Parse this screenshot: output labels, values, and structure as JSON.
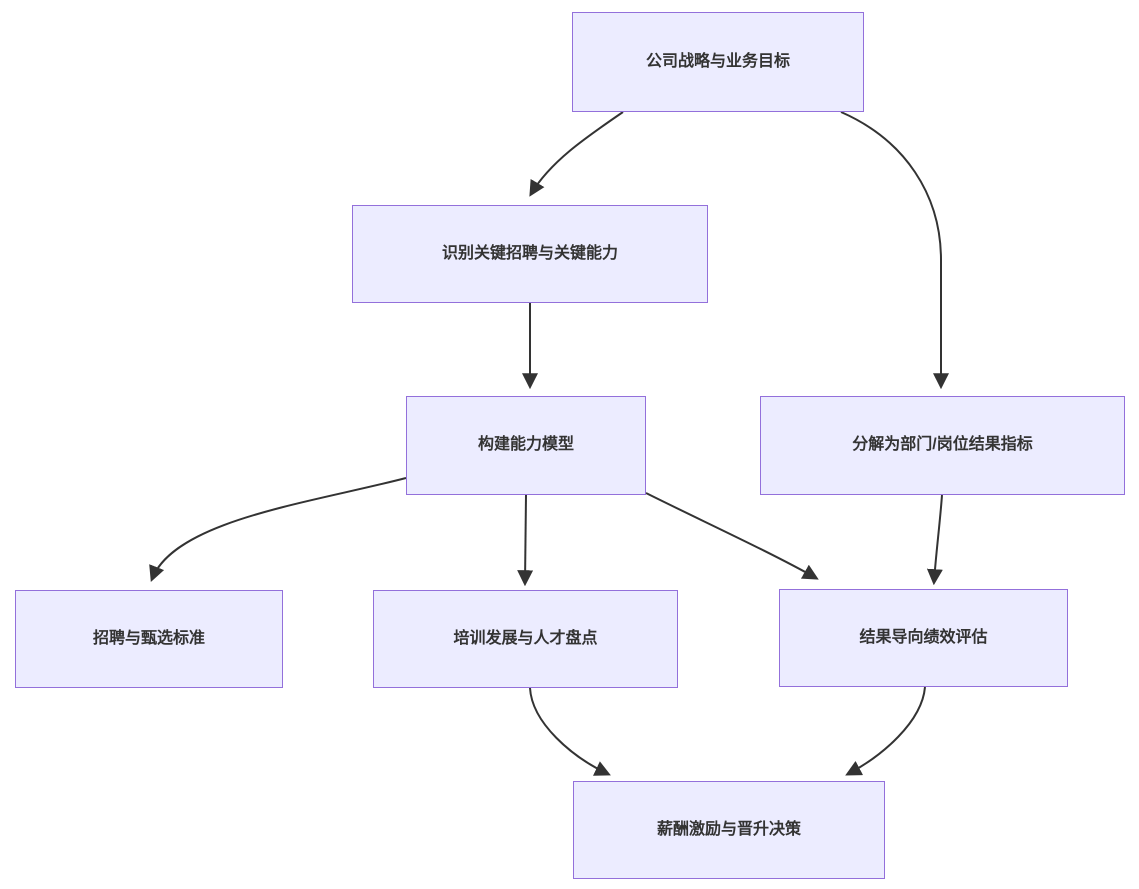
{
  "diagram": {
    "type": "flowchart",
    "direction": "top-down",
    "nodes": [
      {
        "id": "strategy",
        "label": "公司战略与业务目标"
      },
      {
        "id": "identify",
        "label": "识别关键招聘与关键能力"
      },
      {
        "id": "model",
        "label": "构建能力模型"
      },
      {
        "id": "decompose",
        "label": "分解为部门/岗位结果指标"
      },
      {
        "id": "recruit",
        "label": "招聘与甄选标准"
      },
      {
        "id": "training",
        "label": "培训发展与人才盘点"
      },
      {
        "id": "performance",
        "label": "结果导向绩效评估"
      },
      {
        "id": "compensation",
        "label": "薪酬激励与晋升决策"
      }
    ],
    "edges": [
      {
        "from": "strategy",
        "to": "identify"
      },
      {
        "from": "strategy",
        "to": "decompose"
      },
      {
        "from": "identify",
        "to": "model"
      },
      {
        "from": "model",
        "to": "recruit"
      },
      {
        "from": "model",
        "to": "training"
      },
      {
        "from": "model",
        "to": "performance"
      },
      {
        "from": "decompose",
        "to": "performance"
      },
      {
        "from": "training",
        "to": "compensation"
      },
      {
        "from": "performance",
        "to": "compensation"
      }
    ],
    "colors": {
      "node_fill": "#ECECFF",
      "node_border": "#9370DB",
      "edge": "#333333",
      "text": "#333333",
      "background": "#FFFFFF"
    }
  }
}
